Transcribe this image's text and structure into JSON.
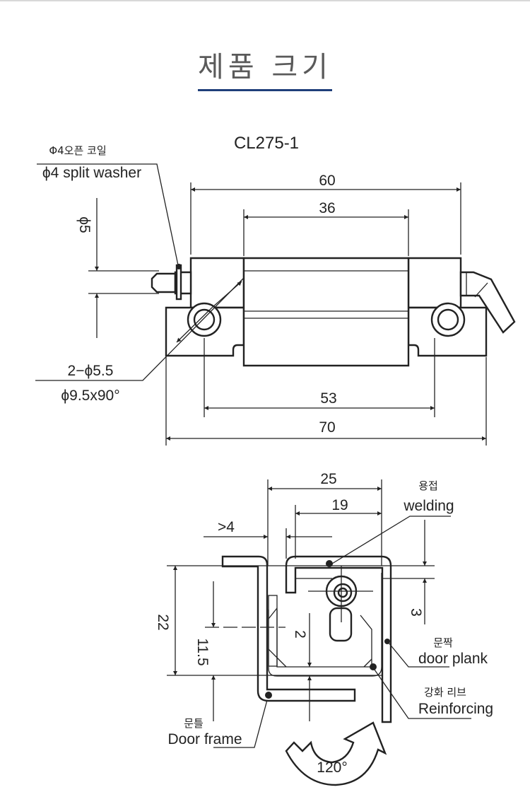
{
  "header": {
    "title": "제품 크기",
    "accent_color": "#1f3f7a"
  },
  "model": "CL275-1",
  "top_view": {
    "washer_label_ko": "Φ4오픈 코일",
    "washer_label_en": "ϕ4 split washer",
    "pin_diameter": "ϕ5",
    "dim_overall_leaf": "60",
    "dim_barrel": "36",
    "hole_label": "2−ϕ5.5",
    "countersink_label": "ϕ9.5x90°",
    "dim_hole_spacing": "53",
    "dim_total": "70"
  },
  "side_view": {
    "dim_width": "25",
    "dim_inner": "19",
    "dim_gap": ">4",
    "dim_height": "22",
    "dim_offset": "11.5",
    "dim_small": "2",
    "dim_top": "3",
    "welding_ko": "용접",
    "welding_en": "welding",
    "door_plank_ko": "문짝",
    "door_plank_en": "door plank",
    "reinforcing_ko": "강화 리브",
    "reinforcing_en": "Reinforcing",
    "door_frame_ko": "문틀",
    "door_frame_en": "Door frame",
    "angle": "120°"
  }
}
